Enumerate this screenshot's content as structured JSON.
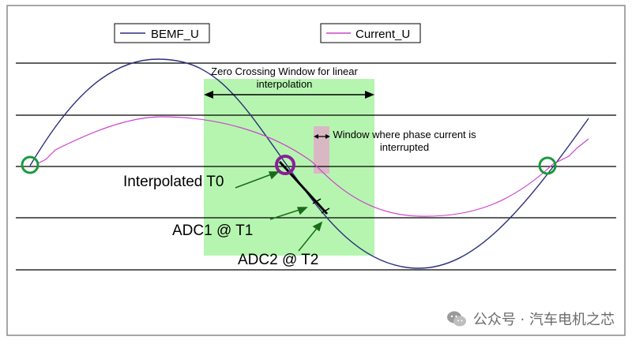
{
  "legend": {
    "bemf_label": "BEMF_U",
    "current_label": "Current_U"
  },
  "annotations": {
    "zero_crossing_line1": "Zero Crossing Window for linear",
    "zero_crossing_line2": "interpolation",
    "interrupted_line1": "Window where phase current is",
    "interrupted_line2": "interrupted",
    "interpolated_t0": "Interpolated T0",
    "adc1": "ADC1 @ T1",
    "adc2": "ADC2 @ T2"
  },
  "watermark": {
    "text": "公众号 · 汽车电机之芯",
    "icon": "wechat-icon"
  },
  "colors": {
    "bemf": "#2b2f7a",
    "current": "#cc44cc",
    "window_fill": "#b6f5b0",
    "interrupt_fill": "#d9b8c4",
    "zero_circle": "#1a9a3c",
    "t0_circle": "#8a1f9a",
    "grid": "#000000",
    "arrow": "#1a6b1a"
  }
}
